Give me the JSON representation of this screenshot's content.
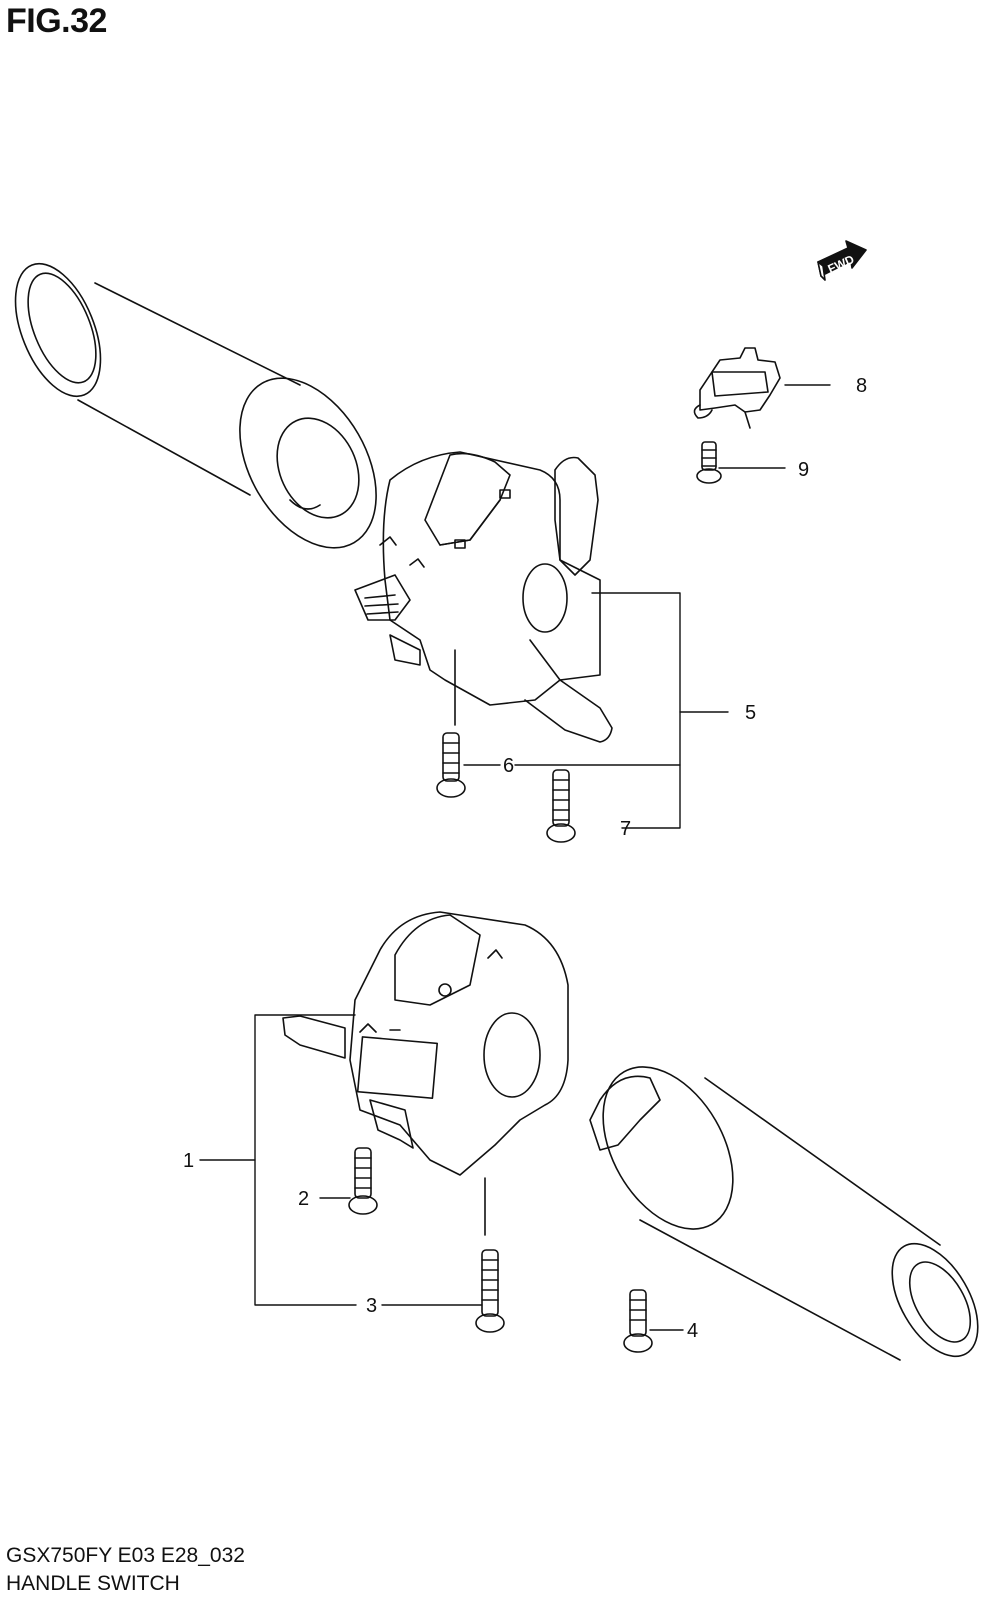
{
  "figure": {
    "title": "FIG.32"
  },
  "footer": {
    "model": "GSX750FY E03 E28_032",
    "caption": "HANDLE SWITCH"
  },
  "fwd_badge": {
    "label": "FWD"
  },
  "callouts": [
    {
      "id": "1",
      "label": "1"
    },
    {
      "id": "2",
      "label": "2"
    },
    {
      "id": "3",
      "label": "3"
    },
    {
      "id": "4",
      "label": "4"
    },
    {
      "id": "5",
      "label": "5"
    },
    {
      "id": "6",
      "label": "6"
    },
    {
      "id": "7",
      "label": "7"
    },
    {
      "id": "8",
      "label": "8"
    },
    {
      "id": "9",
      "label": "9"
    }
  ],
  "colors": {
    "line": "#111111",
    "background": "#ffffff"
  }
}
